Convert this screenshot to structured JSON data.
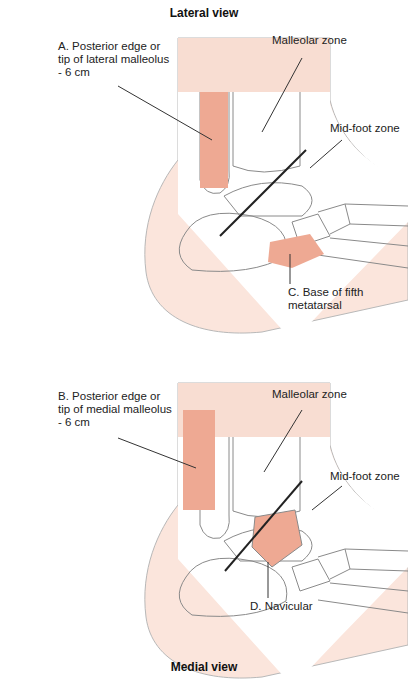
{
  "diagram": {
    "title": "Lateral view",
    "labels": [
      "A. Posterior edge or tip of lateral malleolus - 6 cm",
      "Malleolar zone",
      "Mid-foot zone",
      "C. Base of fifth metatarsal",
      "B. Posterior edge or tip of medial malleolus - 6 cm",
      "Malleolar zone",
      "Mid-foot zone",
      "D. Navicular",
      "Medial view"
    ]
  }
}
